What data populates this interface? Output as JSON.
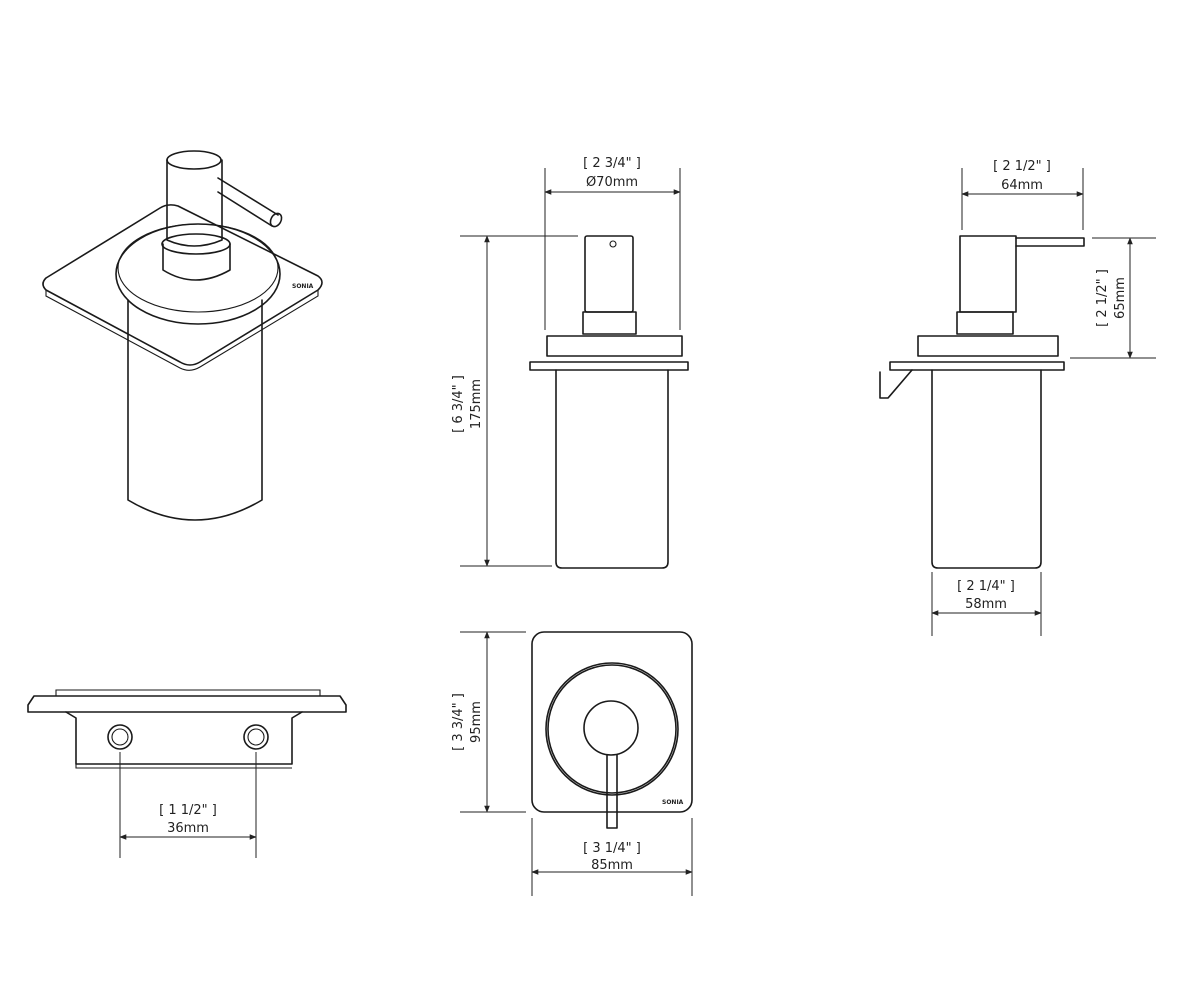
{
  "brand_mark": "SONIA",
  "dimensions": {
    "front_width": {
      "imperial": "[ 2 3/4\" ]",
      "metric": "Ø70mm"
    },
    "front_height": {
      "imperial": "[ 6 3/4\" ]",
      "metric": "175mm"
    },
    "side_width": {
      "imperial": "[ 2 1/2\" ]",
      "metric": "64mm"
    },
    "side_projection": {
      "imperial": "[ 2 1/2\" ]",
      "metric": "65mm"
    },
    "glass_diameter": {
      "imperial": "[ 2 1/4\" ]",
      "metric": "58mm"
    },
    "plate_height": {
      "imperial": "[ 3 3/4\" ]",
      "metric": "95mm"
    },
    "plate_width": {
      "imperial": "[ 3 1/4\" ]",
      "metric": "85mm"
    },
    "hole_spacing": {
      "imperial": "[ 1 1/2\" ]",
      "metric": "36mm"
    }
  }
}
